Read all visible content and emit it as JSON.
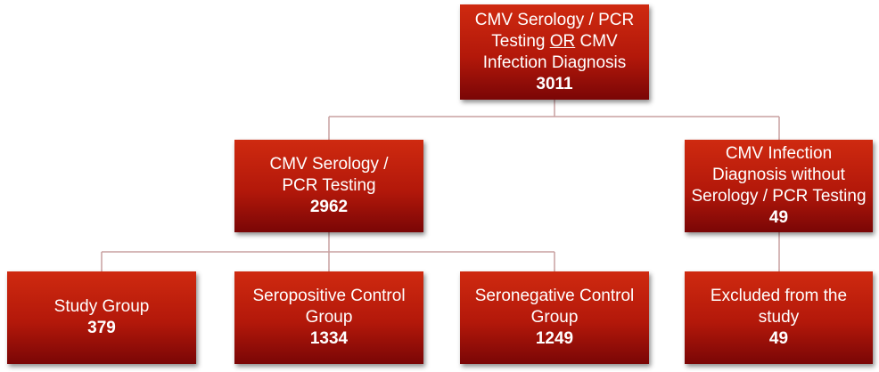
{
  "nodes": {
    "root": {
      "line1": "CMV Serology / PCR",
      "line2_pre": "Testing ",
      "line2_emph": "OR",
      "line2_post": " CMV",
      "line3": "Infection Diagnosis",
      "count": "3011"
    },
    "serology": {
      "label": "CMV Serology / PCR Testing",
      "count": "2962"
    },
    "no_serology": {
      "label": "CMV Infection Diagnosis without Serology / PCR Testing",
      "count": "49"
    },
    "study_group": {
      "label": "Study Group",
      "count": "379"
    },
    "seropositive": {
      "label": "Seropositive Control Group",
      "count": "1334"
    },
    "seronegative": {
      "label": "Seronegative Control Group",
      "count": "1249"
    },
    "excluded": {
      "label": "Excluded from the study",
      "count": "49"
    }
  },
  "colors": {
    "box_top": "#cf2a10",
    "box_bottom": "#7a0606",
    "connector": "#c9a0a0",
    "text": "#ffffff"
  }
}
